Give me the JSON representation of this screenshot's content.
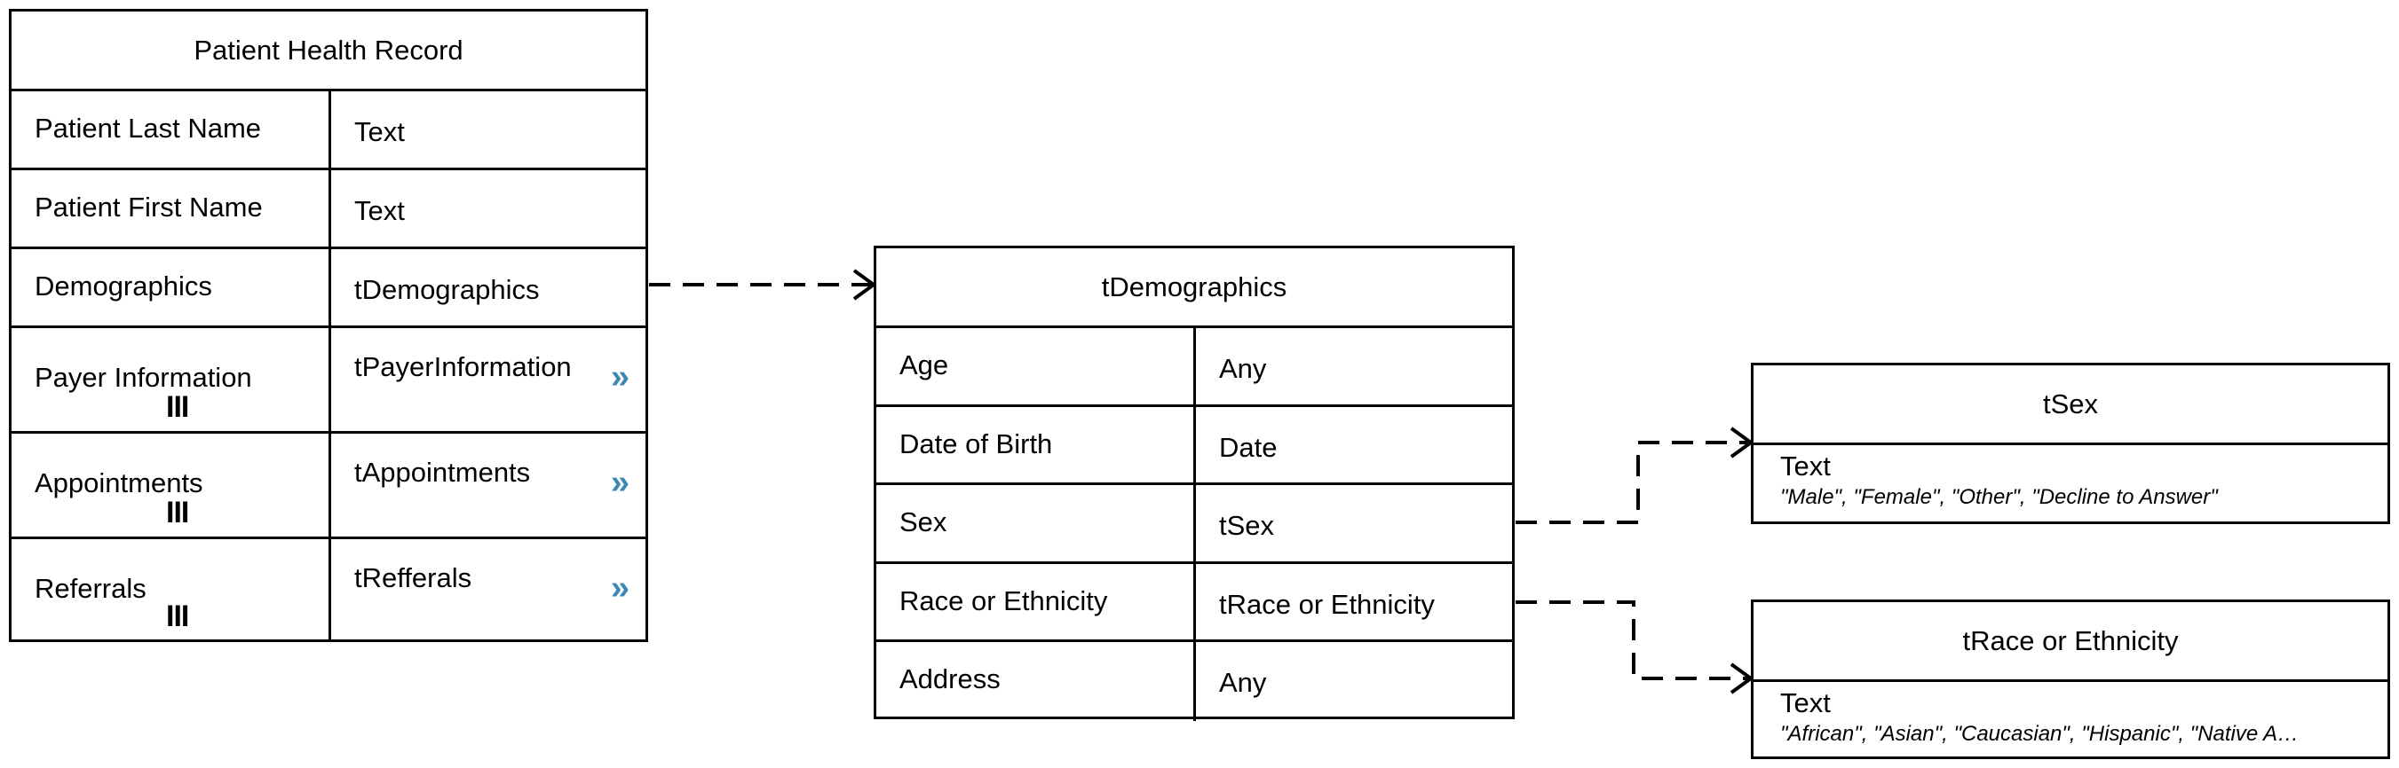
{
  "patient_health_record": {
    "title": "Patient Health Record",
    "rows": [
      {
        "field": "Patient Last Name",
        "type": "Text"
      },
      {
        "field": "Patient First Name",
        "type": "Text"
      },
      {
        "field": "Demographics",
        "type": "tDemographics"
      },
      {
        "field": "Payer Information",
        "type": "tPayerInformation",
        "multiplicity": "III",
        "expand_icon": "double-chevron-right"
      },
      {
        "field": "Appointments",
        "type": "tAppointments",
        "multiplicity": "III",
        "expand_icon": "double-chevron-right"
      },
      {
        "field": "Referrals",
        "type": "tRefferals",
        "multiplicity": "III",
        "expand_icon": "double-chevron-right"
      }
    ]
  },
  "t_demographics": {
    "title": "tDemographics",
    "rows": [
      {
        "field": "Age",
        "type": "Any"
      },
      {
        "field": "Date of Birth",
        "type": "Date"
      },
      {
        "field": "Sex",
        "type": "tSex"
      },
      {
        "field": "Race or Ethnicity",
        "type": "tRace or Ethnicity"
      },
      {
        "field": "Address",
        "type": "Any"
      }
    ]
  },
  "t_sex": {
    "title": "tSex",
    "type": "Text",
    "values": "\"Male\", \"Female\", \"Other\", \"Decline to Answer\""
  },
  "t_race": {
    "title": "tRace or Ethnicity",
    "type": "Text",
    "values": "\"African\", \"Asian\", \"Caucasian\", \"Hispanic\", \"Native A…"
  },
  "colors": {
    "line": "#000000",
    "chevron": "#3d87b5"
  }
}
